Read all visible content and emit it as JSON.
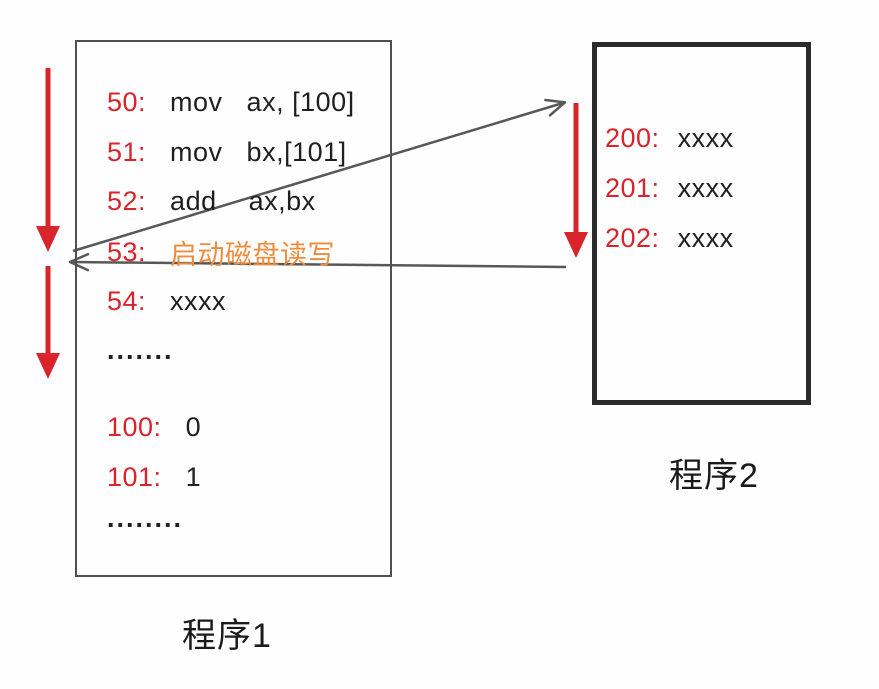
{
  "diagram": {
    "description_colors": {
      "line_number_red": "#d9242b",
      "highlight_orange": "#ed8c3c",
      "arrow_red": "#d9242b",
      "arrow_gray": "#585858",
      "box1_border": "#4f4f4f",
      "box2_border": "#2b2b2b",
      "text_black": "#1f1f1f",
      "background": "#fefefe"
    },
    "program1": {
      "label": "程序1",
      "lines": [
        {
          "num": "50:",
          "text": "mov   ax, [100]"
        },
        {
          "num": "51:",
          "text": "mov   bx,[101]"
        },
        {
          "num": "52:",
          "text": "add    ax,bx"
        },
        {
          "num": "53:",
          "text": "启动磁盘读写"
        },
        {
          "num": "54:",
          "text": "xxxx"
        },
        {
          "num": "",
          "text": "......."
        },
        {
          "num": "100:",
          "text": "0"
        },
        {
          "num": "101:",
          "text": "1"
        },
        {
          "num": "",
          "text": "........"
        }
      ]
    },
    "program2": {
      "label": "程序2",
      "lines": [
        {
          "num": "200:",
          "text": "xxxx"
        },
        {
          "num": "201:",
          "text": "xxxx"
        },
        {
          "num": "202:",
          "text": "xxxx"
        }
      ]
    },
    "arrows": {
      "red_flow_arrow_left_top": "execution flow down program1 (lines 50-53)",
      "red_flow_arrow_left_bottom": "execution flow resumes in program1 (line 54+)",
      "red_flow_arrow_right": "execution flow down program2 (lines 200-202)",
      "gray_arrow_to_program2": "control transfers from program1 line 53 to program2 line 200",
      "gray_arrow_to_program1": "control returns from program2 back to program1"
    }
  }
}
